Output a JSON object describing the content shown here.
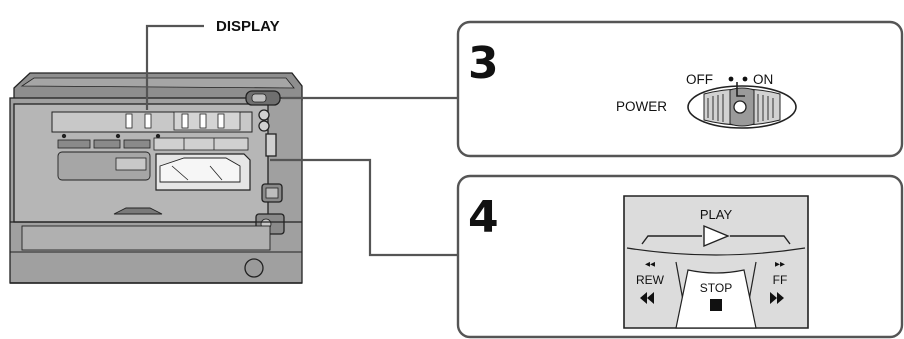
{
  "callout": {
    "display_label": "DISPLAY"
  },
  "panel_power": {
    "step_number": "3",
    "off_label": "OFF",
    "on_label": "ON",
    "power_label": "POWER"
  },
  "panel_play": {
    "step_number": "4",
    "play_label": "PLAY",
    "rew_label": "REW",
    "stop_label": "STOP",
    "ff_label": "FF"
  }
}
